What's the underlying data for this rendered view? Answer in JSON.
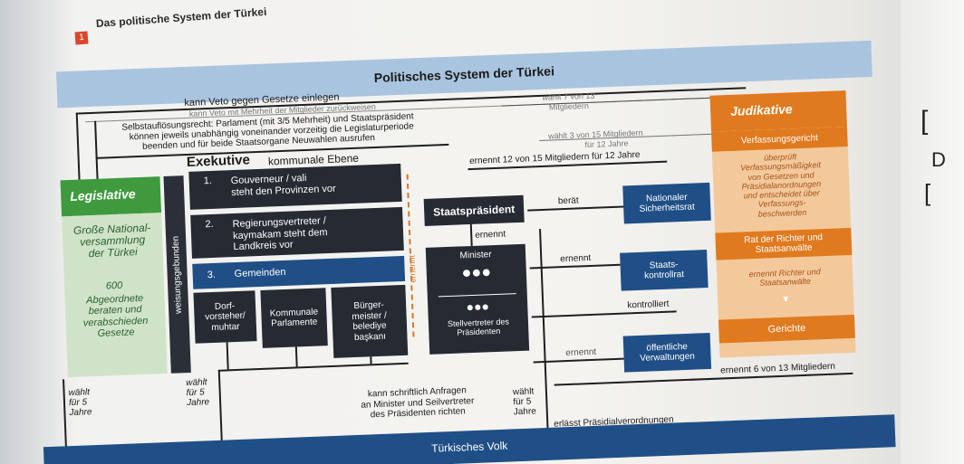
{
  "page_title": "Das politische System der Türkei",
  "page_number": "1",
  "banner_title": "Politisches System der Türkei",
  "top_notes": {
    "veto": "kann Veto gegen Gesetze einlegen",
    "veto_back": "kann Veto mit Mehrheit der Mitglieder zurückweisen",
    "dissolution_1": "Selbstauflösungsrecht: Parlament (mit 3/5 Mehrheit) und Staatspräsident",
    "dissolution_2": "können jeweils unabhängig voneinander vorzeitig die Legislaturperiode",
    "dissolution_3": "beenden und für beide Staatsorgane Neuwahlen ausrufen",
    "elects_7_of_13": "wählt 7 von 13",
    "members": "Mitgliedern",
    "elects_3_of_15": "wählt 3 von 15 Mitgliedern",
    "for_12_years": "für 12 Jahre"
  },
  "legislative": {
    "title": "Legislative",
    "assembly": "Große National-\nversammlung\nder Türkei",
    "seats": "600",
    "deputies": "Abgeordnete\nberaten und\nverabschieden\nGesetze",
    "elects": "wählt\nfür 5\nJahre"
  },
  "executive": {
    "title": "Exekutive",
    "local_level": "kommunale Ebene",
    "instruction_label": "weisungsgebunden",
    "row1_num": "1.",
    "row1": "Gouverneur / vali\nsteht den Provinzen vor",
    "row2_num": "2.",
    "row2": "Regierungsvertreter /\nkaymakam steht dem\nLandkreis vor",
    "row3_num": "3.",
    "row3": "Gemeinden",
    "col_village": "Dorf-\nvorsteher/\nmuhtar",
    "col_parliaments": "Kommunale\nParlamente",
    "col_mayor": "Bürger-\nmeister /\nbelediye\nbaşkanı",
    "elects": "wählt\nfür 5\nJahre",
    "appoints_side": "ernennt"
  },
  "president": {
    "title": "Staatspräsident",
    "appoints": "ernennt",
    "ministers": "Minister",
    "vice": "Stellvertreter des\nPräsidenten",
    "inquiries": "kann schriftlich Anfragen\nan Minister und Seilvertreter\ndes Präsidenten richten",
    "elects": "wählt\nfür 5\nJahre",
    "decrees": "erlässt Präsidialverordnungen"
  },
  "center_labels": {
    "appoints_12": "ernennt 12 von 15 Mitgliedern für 12 Jahre",
    "advises": "berät",
    "appoints_mid": "ernennt",
    "controls": "kontrolliert",
    "appoints_low": "ernennt",
    "appoints_6": "ernennt 6 von 13 Mitgliedern"
  },
  "bodies": {
    "security_council": "Nationaler\nSicherheitsrat",
    "state_control": "Staats-\nkontrollrat",
    "public_admin": "öffentliche\nVerwaltungen"
  },
  "judiciary": {
    "title": "Judikative",
    "constitutional_court": "Verfassungsgericht",
    "cc_text": "überprüft\nVerfassungsmäßigkeit\nvon Gesetzen und\nPräsidialanordnungen\nund entscheidet über\nVerfassungs-\nbeschwerden",
    "council": "Rat der Richter und\nStaatsanwälte",
    "council_text": "ernennt Richter und\nStaatsanwälte",
    "courts": "Gerichte"
  },
  "people": "Türkisches Volk"
}
